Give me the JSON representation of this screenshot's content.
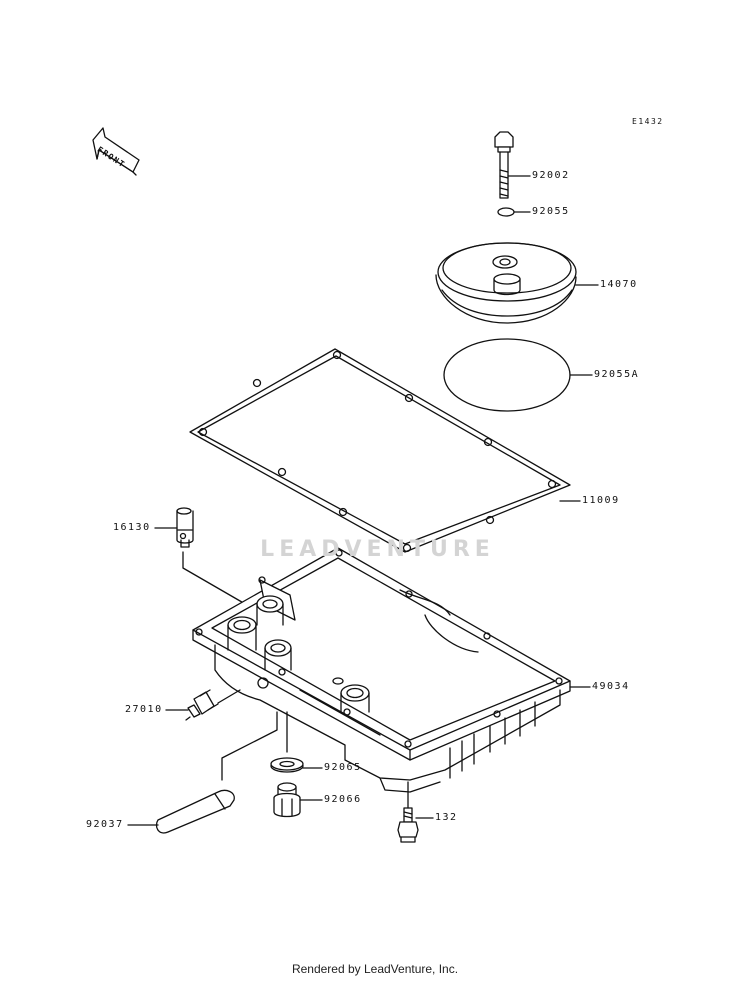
{
  "diagram_code": "E1432",
  "front_label": "FRONT",
  "watermark_text": "LEADVENTURE",
  "footer": "Rendered by LeadVenture, Inc.",
  "parts": {
    "p92002": "92002",
    "p92055": "92055",
    "p14070": "14070",
    "p92055A": "92055A",
    "p11009": "11009",
    "p16130": "16130",
    "p49034": "49034",
    "p27010": "27010",
    "p92065": "92065",
    "p92066": "92066",
    "p92037": "92037",
    "p132": "132"
  },
  "colors": {
    "line": "#111111",
    "watermark": "#d4d4d4"
  }
}
